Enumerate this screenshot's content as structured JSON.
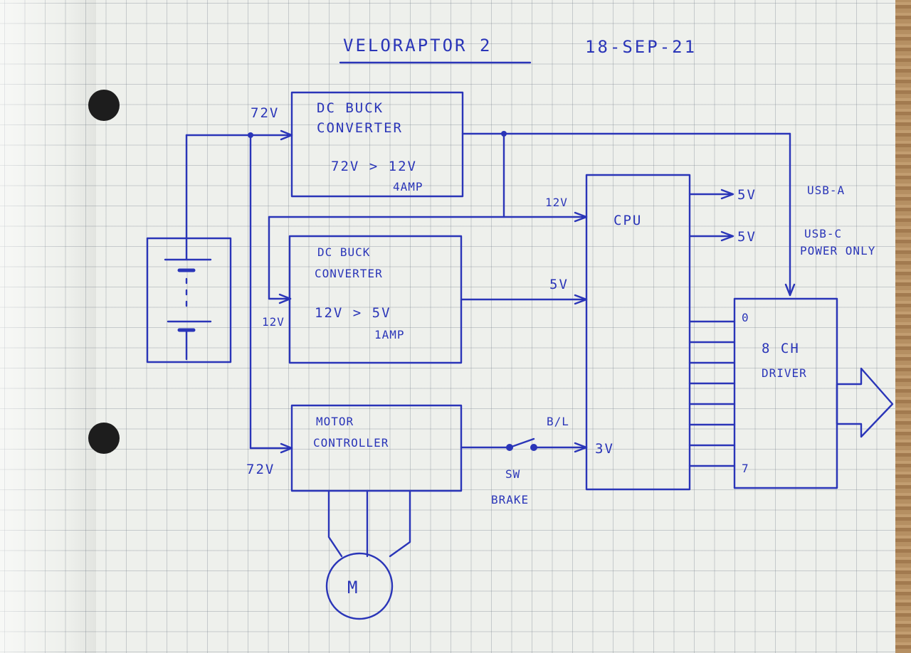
{
  "title": "VELORAPTOR 2",
  "date": "18-SEP-21",
  "blocks": {
    "buck_12v": {
      "line1": "DC BUCK",
      "line2": "CONVERTER",
      "spec1": "72V > 12V",
      "spec2": "4AMP"
    },
    "buck_5v": {
      "line1": "DC BUCK",
      "line2": "CONVERTER",
      "spec1": "12V > 5V",
      "spec2": "1AMP"
    },
    "motor_controller": {
      "line1": "MOTOR",
      "line2": "CONTROLLER"
    },
    "cpu": {
      "label": "CPU"
    },
    "driver": {
      "line1": "8 CH",
      "line2": "DRIVER",
      "pin_first": "0",
      "pin_last": "7"
    },
    "motor": {
      "label": "M"
    }
  },
  "signals": {
    "v72_top": "72V",
    "v72_bottom": "72V",
    "v12_in": "12V",
    "v12_cpu": "12V",
    "v5_cpu": "5V",
    "bl": "B/L",
    "v3": "3V",
    "out_5v_a": "5V",
    "out_5v_c": "5V"
  },
  "outputs": {
    "usb_a": "USB-A",
    "usb_c_1": "USB-C",
    "usb_c_2": "POWER ONLY"
  },
  "switch": {
    "label1": "SW",
    "label2": "BRAKE"
  },
  "colors": {
    "ink": "#2a35b8",
    "paper": "#eef0ec"
  }
}
